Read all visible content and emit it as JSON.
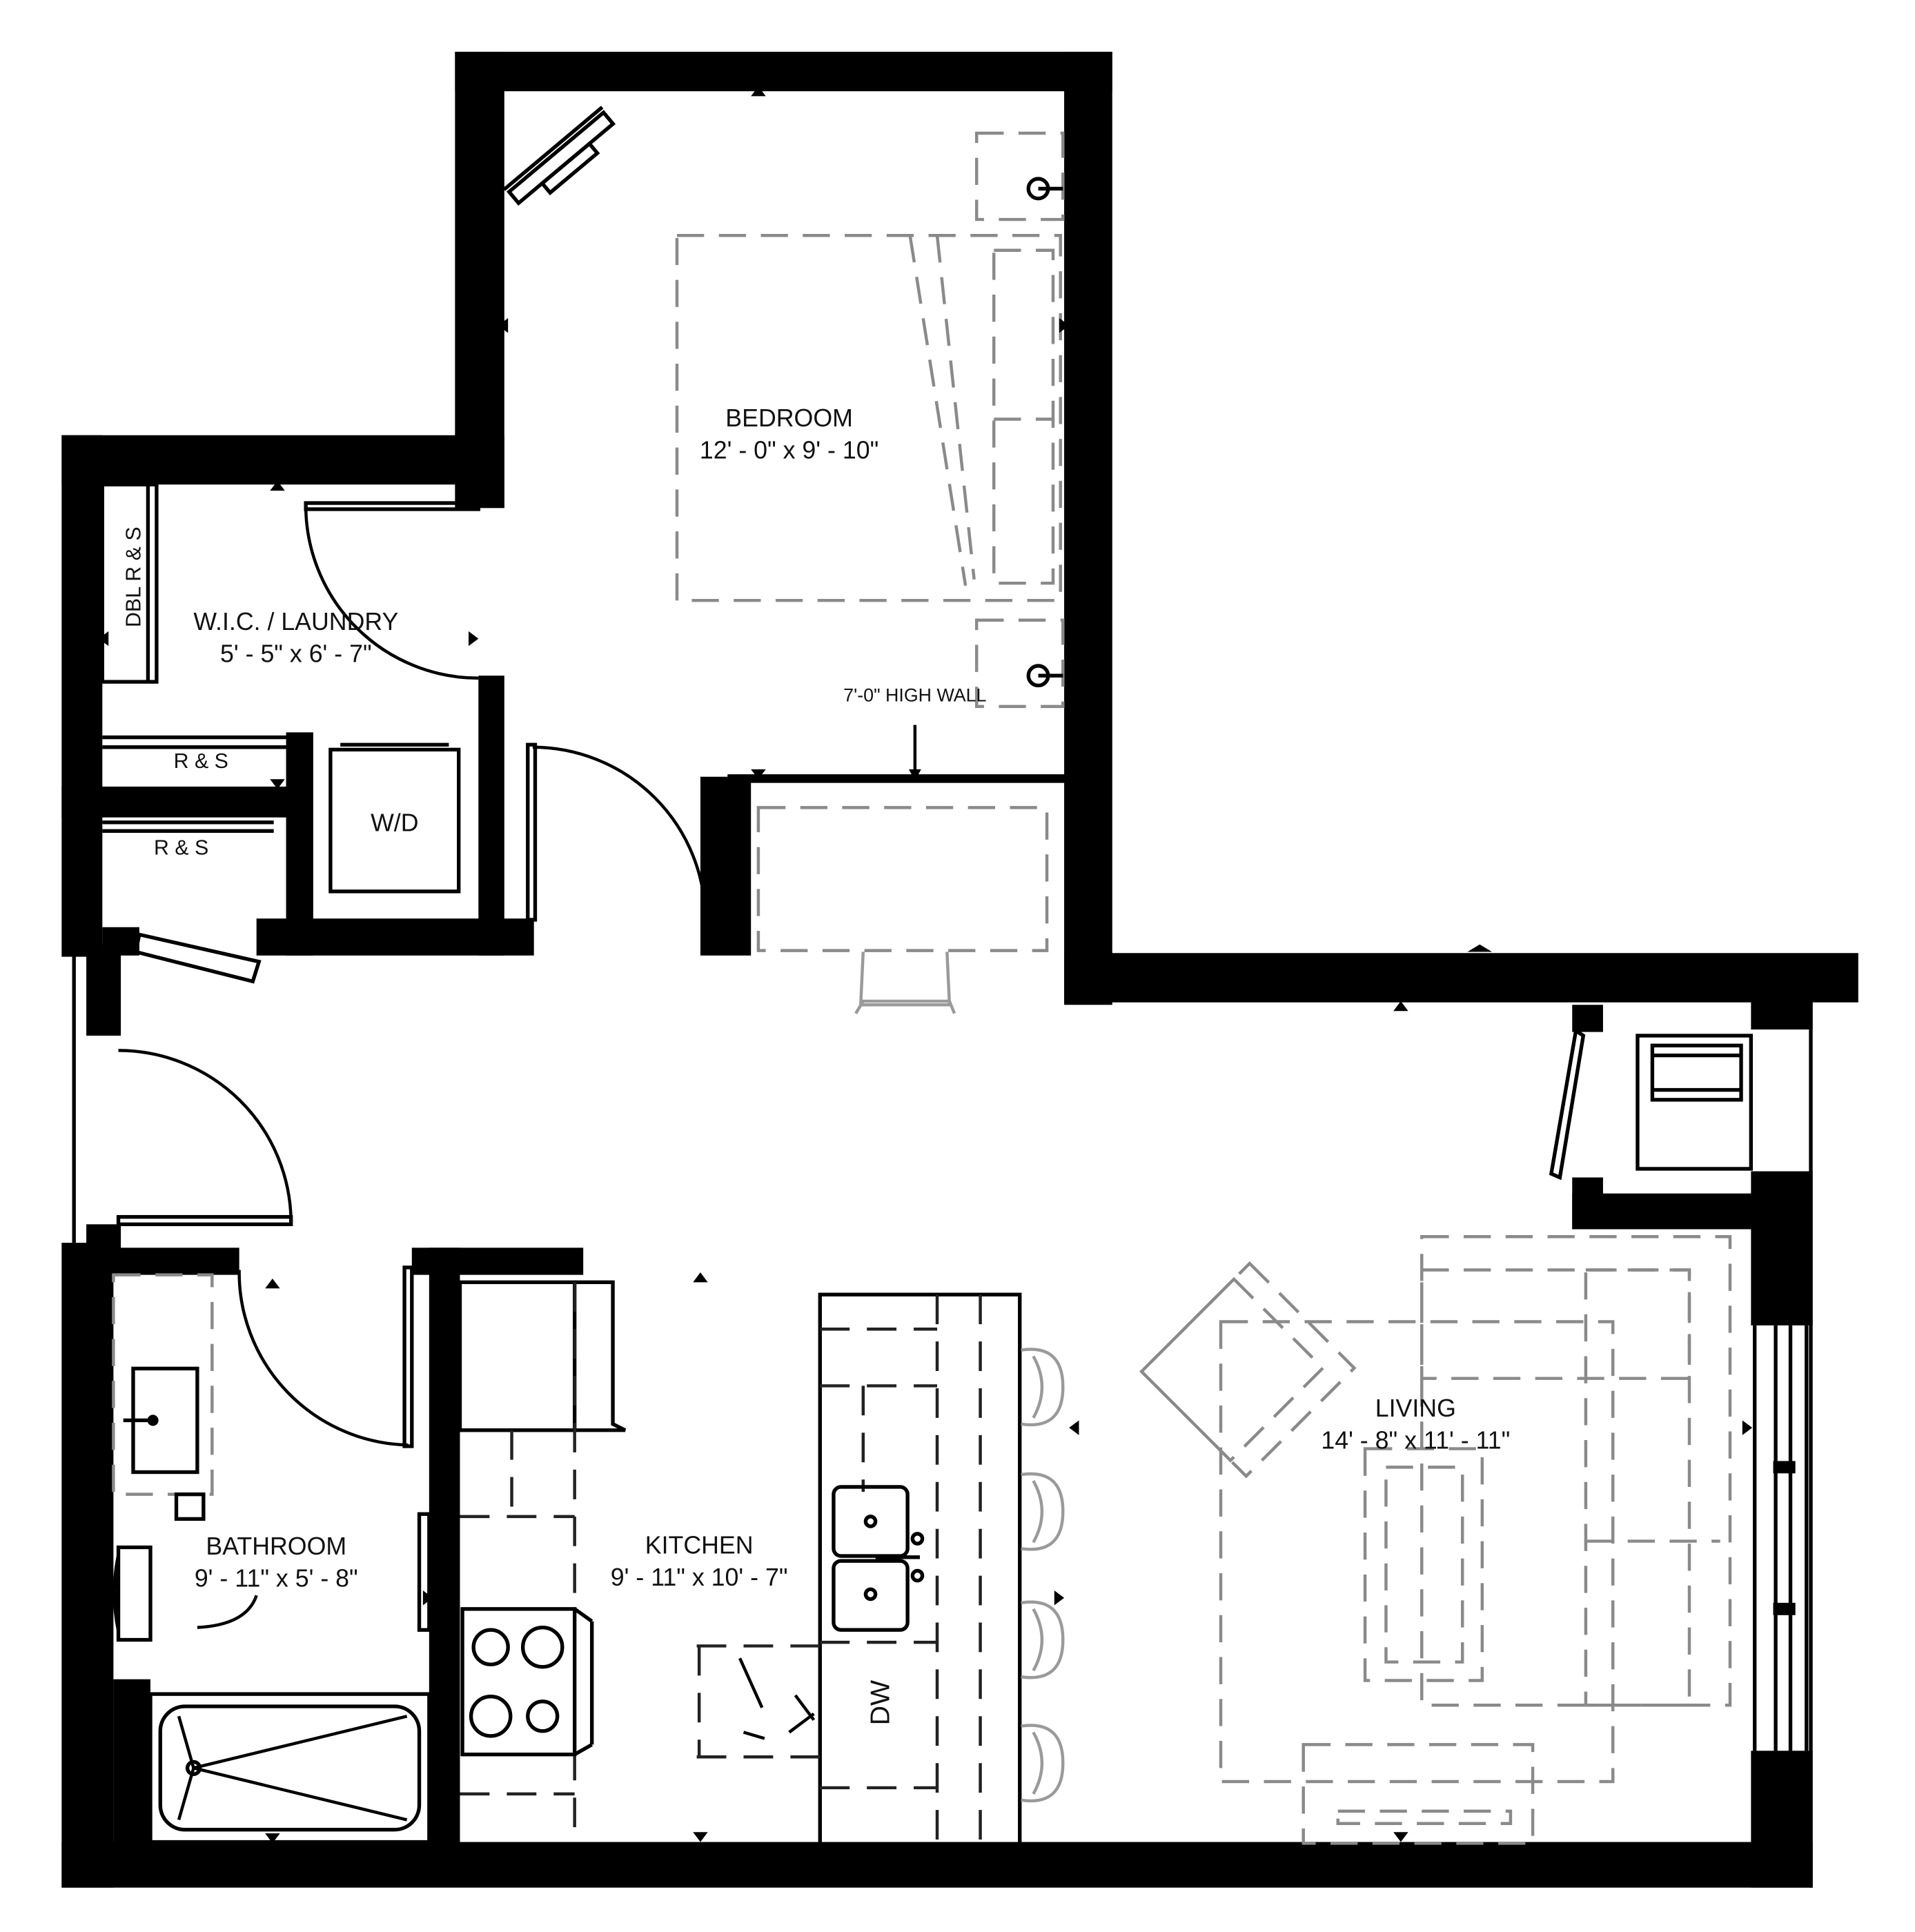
{
  "plan": {
    "rooms": {
      "bedroom": {
        "name": "BEDROOM",
        "dims": "12' - 0\" x 9' - 10\""
      },
      "wic": {
        "name": "W.I.C. / LAUNDRY",
        "dims": "5' - 5\" x 6' - 7\""
      },
      "bathroom": {
        "name": "BATHROOM",
        "dims": "9' - 11\" x 5' - 8\""
      },
      "kitchen": {
        "name": "KITCHEN",
        "dims": "9' - 11\" x 10' - 7\""
      },
      "living": {
        "name": "LIVING",
        "dims": "14' - 8\" x 11' - 11\""
      }
    },
    "annotations": {
      "high_wall": "7'-0\" HIGH WALL",
      "dbl_rs": "DBL R & S",
      "rs_1": "R & S",
      "rs_2": "R & S",
      "wd": "W/D",
      "dw": "DW"
    }
  }
}
